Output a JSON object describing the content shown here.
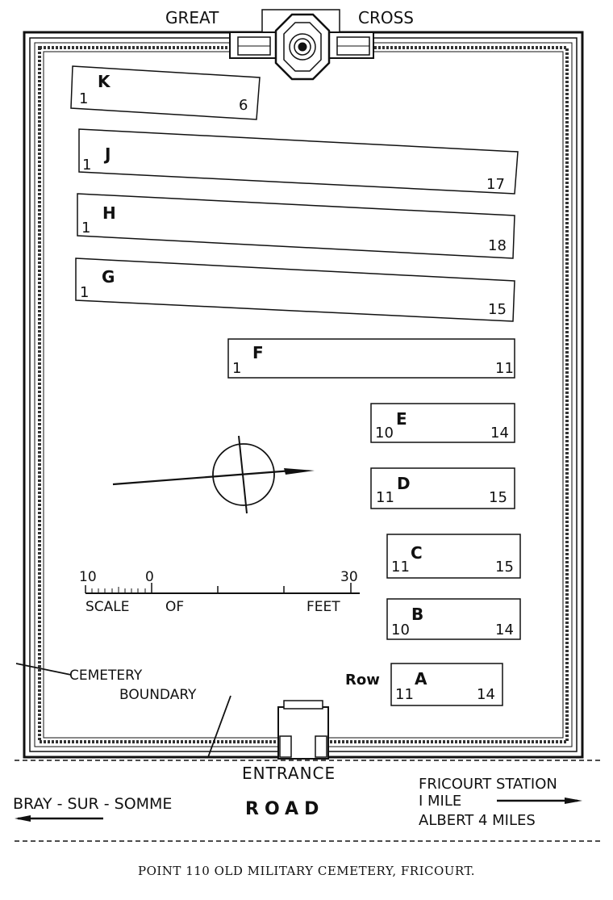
{
  "header": {
    "great": "GREAT",
    "cross": "CROSS"
  },
  "rows": [
    {
      "letter": "K",
      "first": "1",
      "last": "6"
    },
    {
      "letter": "J",
      "first": "1",
      "last": "17"
    },
    {
      "letter": "H",
      "first": "1",
      "last": "18"
    },
    {
      "letter": "G",
      "first": "1",
      "last": "15"
    },
    {
      "letter": "F",
      "first": "1",
      "last": "11"
    },
    {
      "letter": "E",
      "first": "10",
      "last": "14"
    },
    {
      "letter": "D",
      "first": "11",
      "last": "15"
    },
    {
      "letter": "C",
      "first": "11",
      "last": "15"
    },
    {
      "letter": "B",
      "first": "10",
      "last": "14"
    },
    {
      "letter": "A",
      "first": "11",
      "last": "14",
      "prefix": "Row"
    }
  ],
  "scale": {
    "left_value": "10",
    "zero": "0",
    "right_value": "30",
    "caption_scale": "SCALE",
    "caption_of": "OF",
    "caption_feet": "FEET"
  },
  "labels": {
    "cemetery": "CEMETERY",
    "boundary": "BOUNDARY",
    "entrance": "ENTRANCE",
    "road": "ROAD",
    "bray": "BRAY - SUR - SOMME",
    "fricourt_station": "FRICOURT STATION",
    "one_mile": "I MILE",
    "albert": "ALBERT 4 MILES"
  },
  "caption": "POINT 110 OLD MILITARY CEMETERY, FRICOURT."
}
